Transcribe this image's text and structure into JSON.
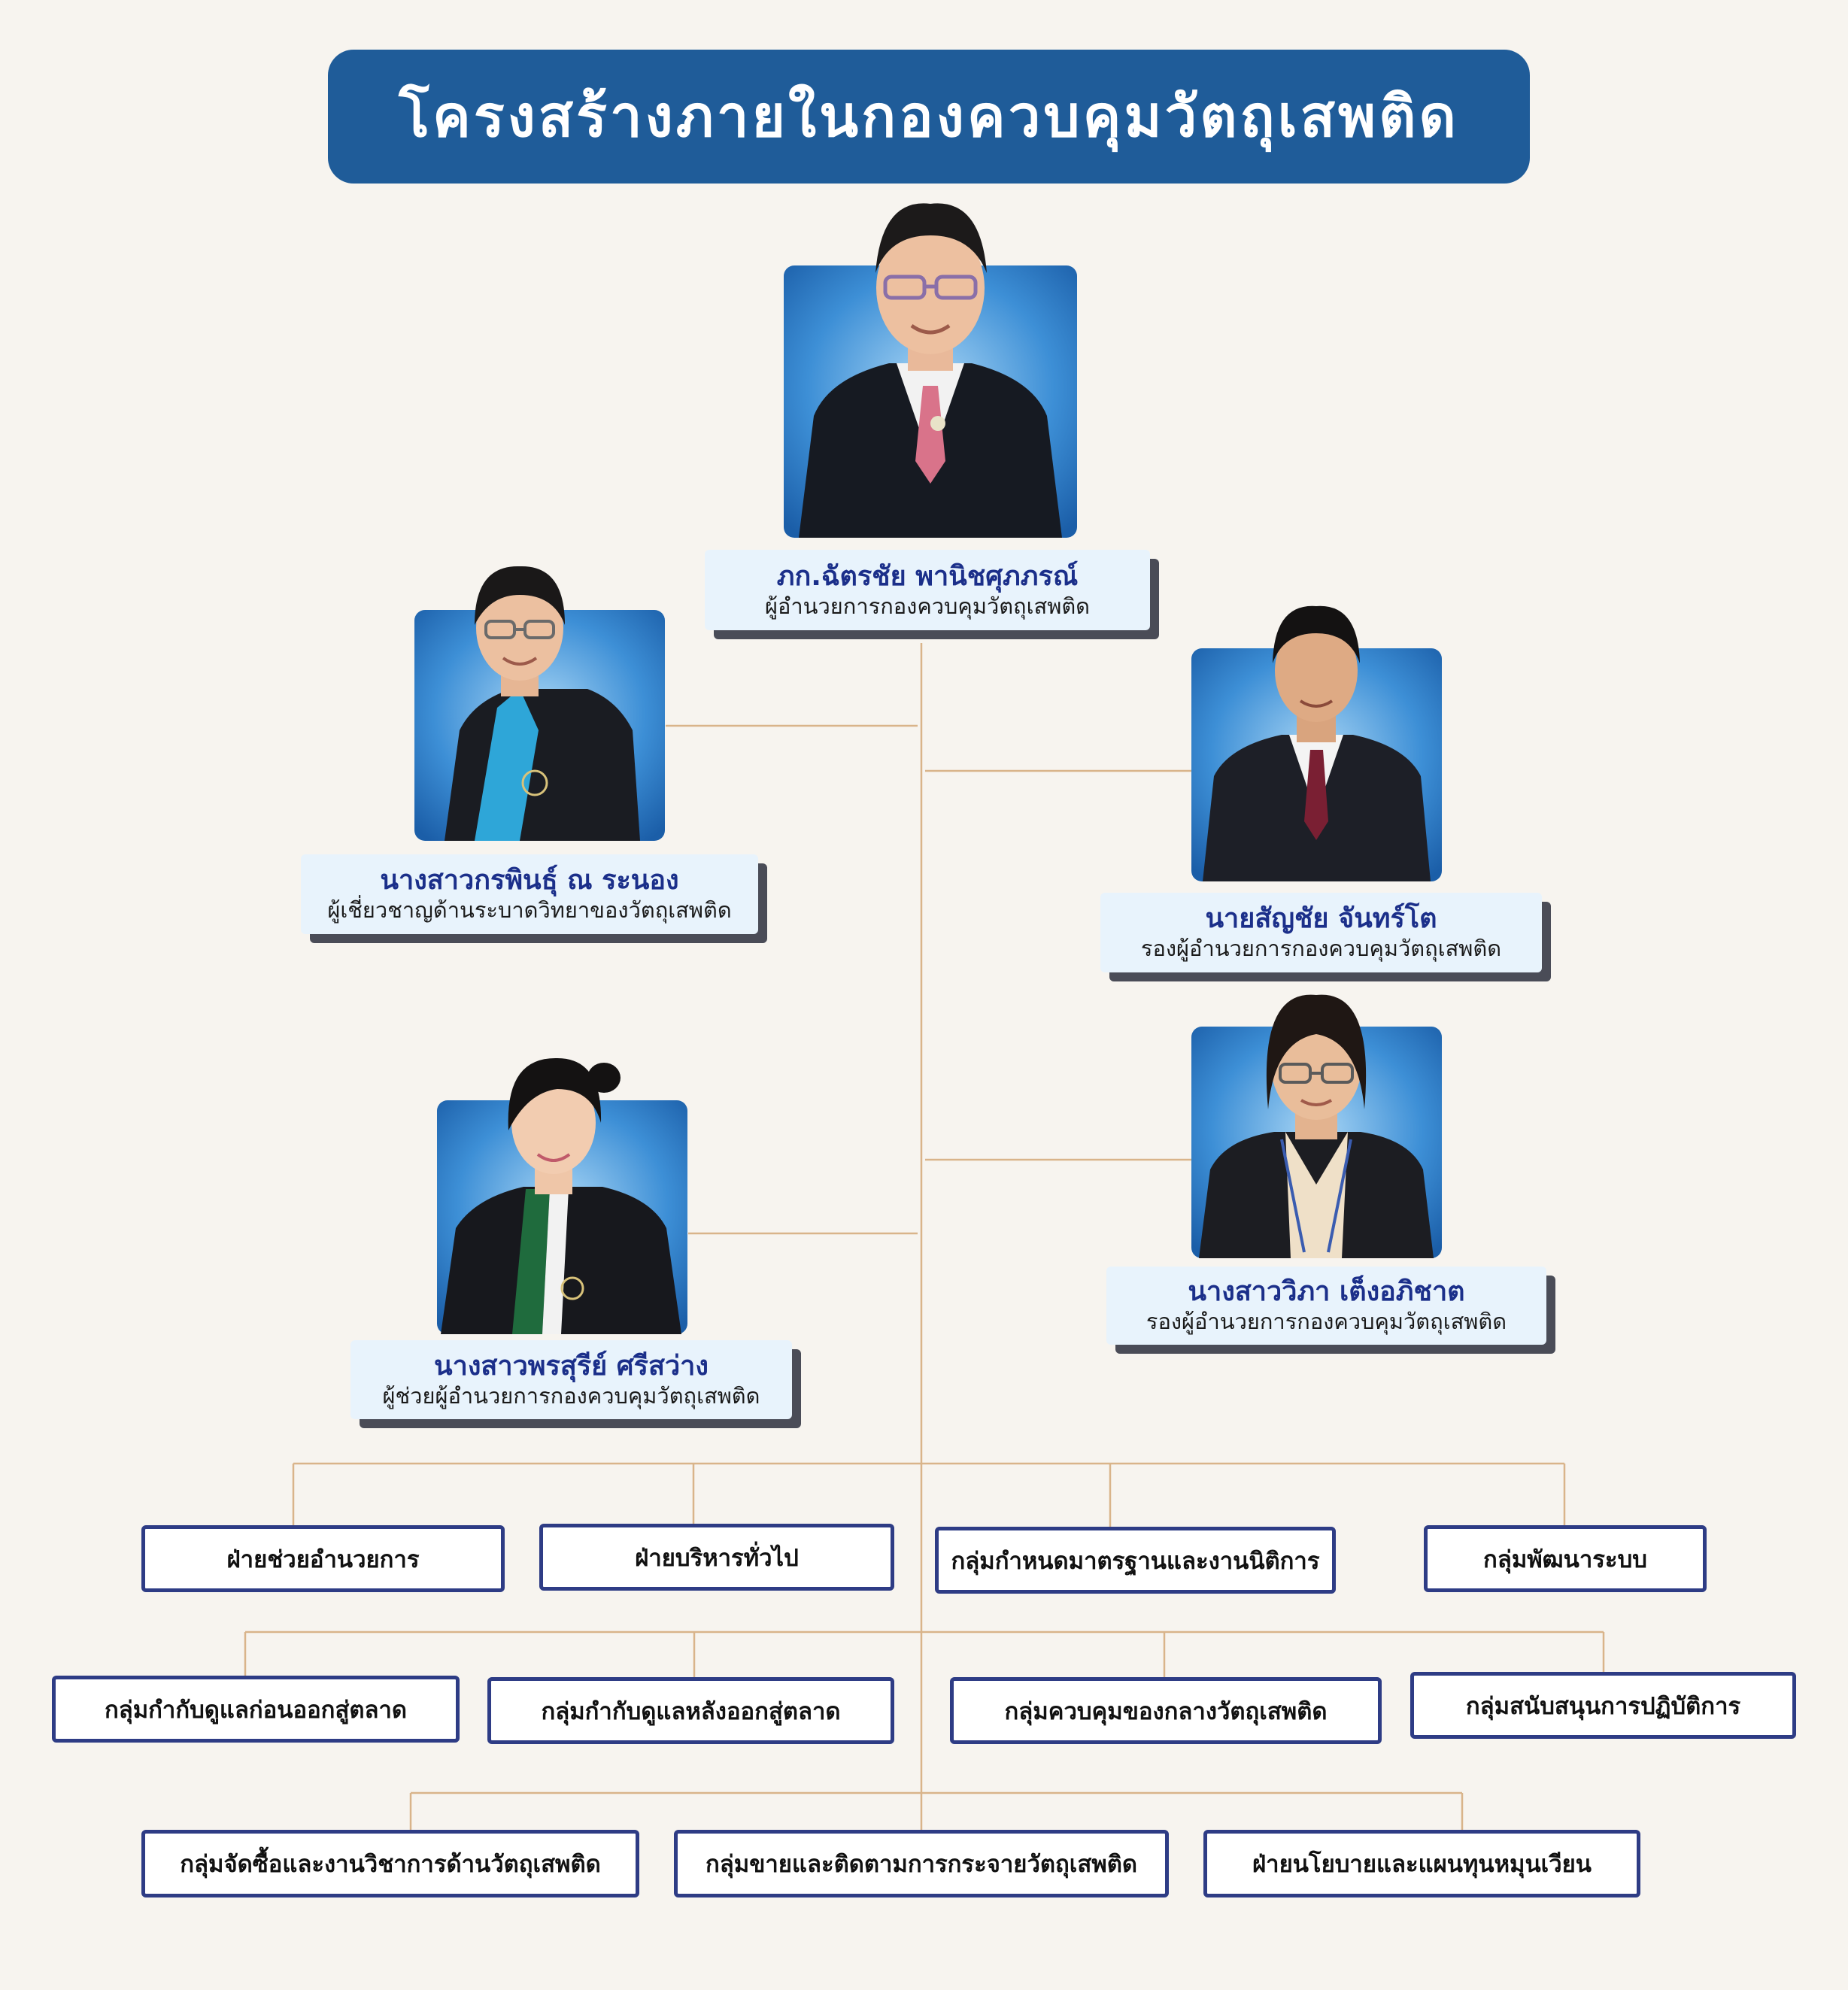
{
  "title": "โครงสร้างภายในกองควบคุมวัตถุเสพติด",
  "colors": {
    "banner": "#1f5c99",
    "connector": "#d9b48a",
    "unit_border": "#2e3c85",
    "name_text": "#1b2f8a",
    "card_bg": "#e8f3fc",
    "card_shadow": "#4a4c57"
  },
  "people": {
    "director": {
      "name": "ภก.ฉัตรชัย พานิชศุภภรณ์",
      "position": "ผู้อำนวยการกองควบคุมวัตถุเสพติด",
      "photo_icon": "portrait-man-glasses-icon"
    },
    "expert": {
      "name": "นางสาวกรพินธุ์ ณ ระนอง",
      "position": "ผู้เชี่ยวชาญด้านระบาดวิทยาของวัตถุเสพติด",
      "photo_icon": "portrait-woman-glasses-icon"
    },
    "deputy1": {
      "name": "นายสัญชัย จันทร์โต",
      "position": "รองผู้อำนวยการกองควบคุมวัตถุเสพติด",
      "photo_icon": "portrait-man-icon"
    },
    "deputy2": {
      "name": "นางสาววิภา เต็งอภิชาต",
      "position": "รองผู้อำนวยการกองควบคุมวัตถุเสพติด",
      "photo_icon": "portrait-woman-glasses-icon"
    },
    "assistant": {
      "name": "นางสาวพรสุรีย์ ศรีสว่าง",
      "position": "ผู้ช่วยผู้อำนวยการกองควบคุมวัตถุเสพติด",
      "photo_icon": "portrait-woman-icon"
    }
  },
  "units": {
    "row1": [
      "ฝ่ายช่วยอำนวยการ",
      "ฝ่ายบริหารทั่วไป",
      "กลุ่มกำหนดมาตรฐานและงานนิติการ",
      "กลุ่มพัฒนาระบบ"
    ],
    "row2": [
      "กลุ่มกำกับดูแลก่อนออกสู่ตลาด",
      "กลุ่มกำกับดูแลหลังออกสู่ตลาด",
      "กลุ่มควบคุมของกลางวัตถุเสพติด",
      "กลุ่มสนับสนุนการปฏิบัติการ"
    ],
    "row3": [
      "กลุ่มจัดซื้อและงานวิชาการด้านวัตถุเสพติด",
      "กลุ่มขายและติดตามการกระจายวัตถุเสพติด",
      "ฝ่ายนโยบายและแผนทุนหมุนเวียน"
    ]
  }
}
